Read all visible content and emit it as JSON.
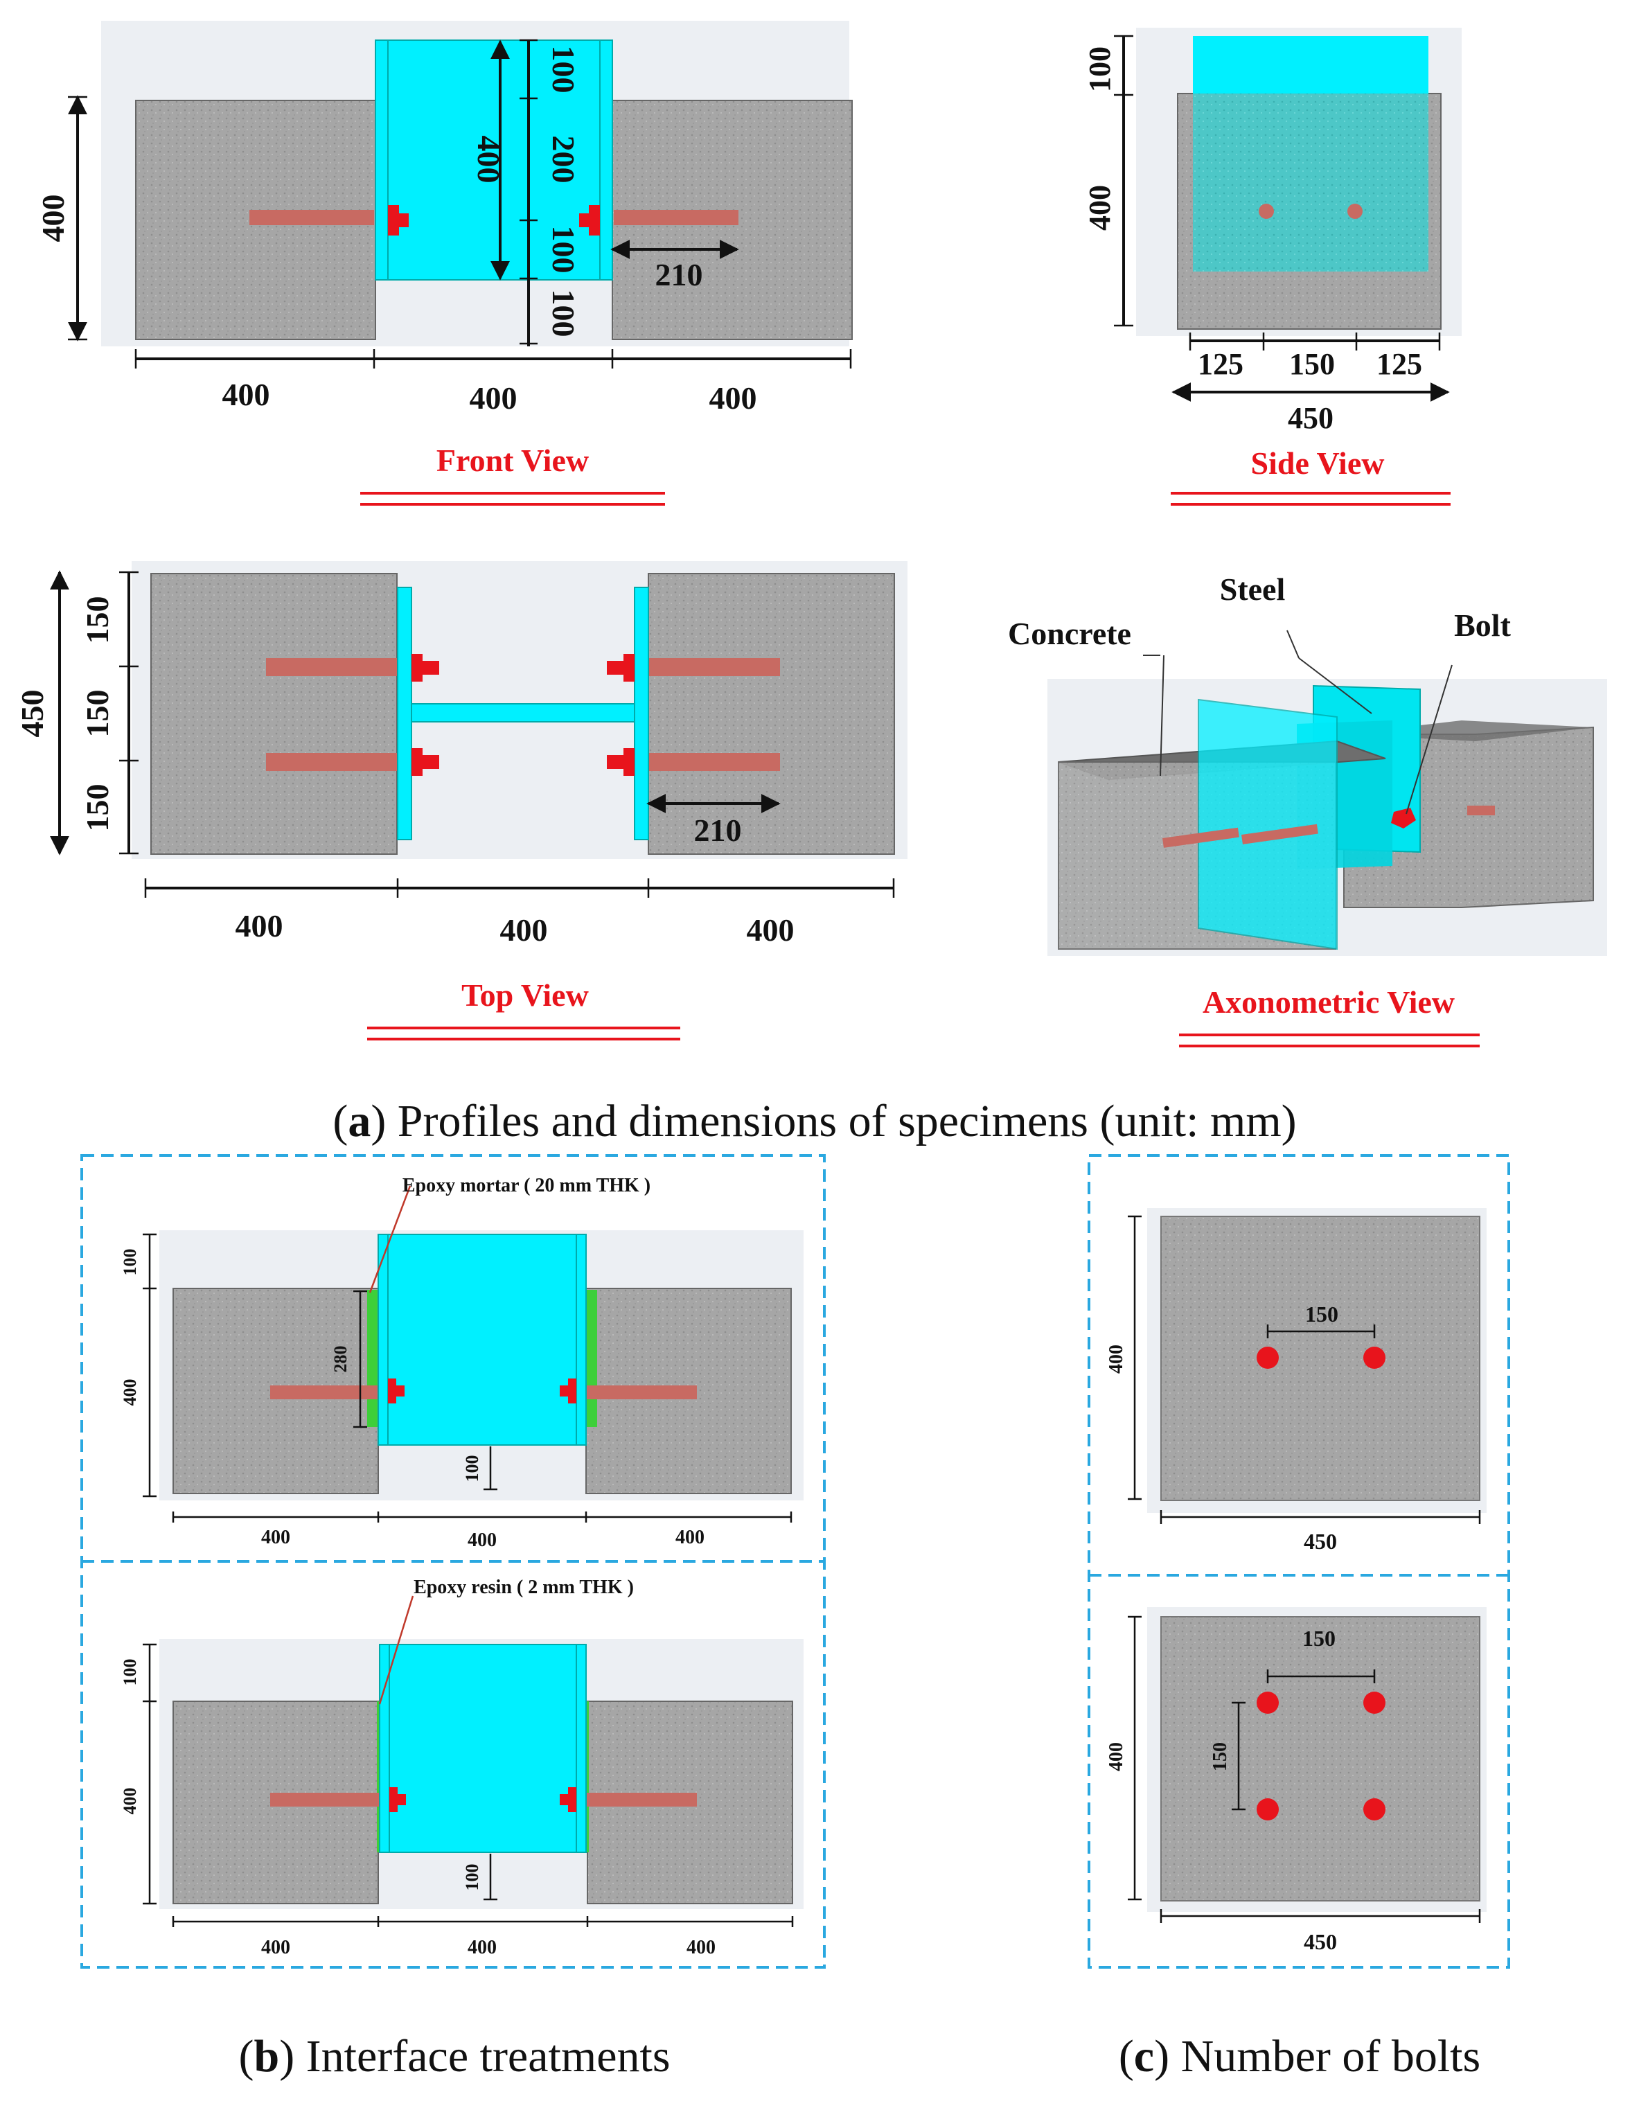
{
  "part_a": {
    "caption_letter": "a",
    "caption_text": ") Profiles and dimensions of specimens (unit: mm)",
    "caption_open": "(",
    "front": {
      "title": "Front View",
      "dim_left_height": "400",
      "dim_steel_height": "400",
      "dim_top": "100",
      "dim_mid": "200",
      "dim_low": "100",
      "dim_bottom": "100",
      "dim_embed": "210",
      "dim_w1": "400",
      "dim_w2": "400",
      "dim_w3": "400"
    },
    "side": {
      "title": "Side View",
      "dim_top": "100",
      "dim_height": "400",
      "dim_a": "125",
      "dim_b": "150",
      "dim_c": "125",
      "dim_total": "450"
    },
    "top": {
      "title": "Top View",
      "dim_total": "450",
      "dim_1": "150",
      "dim_2": "150",
      "dim_3": "150",
      "dim_embed": "210",
      "dim_w1": "400",
      "dim_w2": "400",
      "dim_w3": "400"
    },
    "axo": {
      "title": "Axonometric View",
      "label_steel": "Steel",
      "label_concrete": "Concrete",
      "label_bolt": "Bolt"
    }
  },
  "part_b": {
    "caption_letter": "b",
    "caption_text": ") Interface treatments",
    "caption_open": "(",
    "upper": {
      "label": "Epoxy mortar ( 20 mm THK )",
      "dim_top": "100",
      "dim_height": "400",
      "dim_mortar": "280",
      "dim_gap": "100",
      "dim_w1": "400",
      "dim_w2": "400",
      "dim_w3": "400"
    },
    "lower": {
      "label": "Epoxy resin ( 2 mm THK )",
      "dim_top": "100",
      "dim_height": "400",
      "dim_gap": "100",
      "dim_w1": "400",
      "dim_w2": "400",
      "dim_w3": "400"
    }
  },
  "part_c": {
    "caption_letter": "c",
    "caption_text": ") Number of bolts",
    "caption_open": "(",
    "upper": {
      "dim_spacing": "150",
      "dim_height": "400",
      "dim_width": "450"
    },
    "lower": {
      "dim_spacing_h": "150",
      "dim_spacing_v": "150",
      "dim_height": "400",
      "dim_width": "450"
    }
  },
  "colors": {
    "concrete": "#a9a9a9",
    "steel": "#00f0ff",
    "bolt": "#e8141c",
    "rebar": "#c86a62",
    "mortar": "#3ecf3a",
    "title_red": "#e8141c",
    "frame_blue": "#2aa8e0"
  }
}
